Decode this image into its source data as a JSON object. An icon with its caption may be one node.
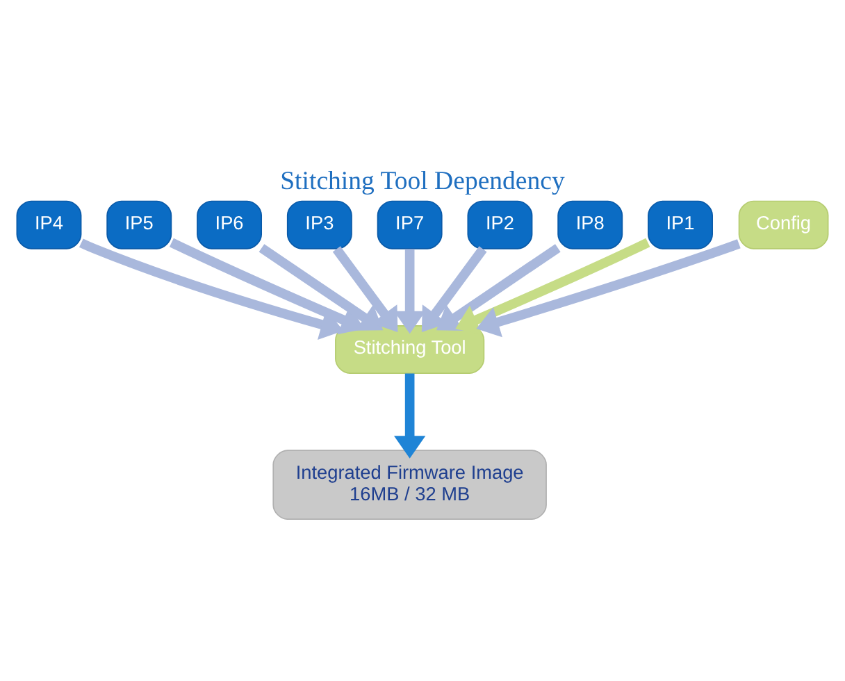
{
  "diagram": {
    "title": "Stitching Tool Dependency",
    "nodes": [
      {
        "text": [
          "IP4"
        ]
      },
      {
        "text": [
          "IP5"
        ]
      },
      {
        "text": [
          "IP6"
        ]
      },
      {
        "text": [
          "IP3"
        ]
      },
      {
        "text": [
          "IP7"
        ]
      },
      {
        "text": [
          "IP2"
        ]
      },
      {
        "text": [
          "IP8"
        ]
      },
      {
        "text": [
          "Stitching Tool"
        ]
      },
      {
        "text": [
          "IP1"
        ]
      },
      {
        "text": [
          "Config"
        ]
      },
      {
        "text": [
          "Integrated Firmware Image",
          "16MB / 32 MB"
        ]
      }
    ],
    "edges": [
      {
        "from": 8,
        "to": 7,
        "arrow": "to",
        "color": "#c6dc86"
      },
      {
        "from": 5,
        "to": 7,
        "arrow": "to"
      },
      {
        "from": 3,
        "to": 7,
        "arrow": "to"
      },
      {
        "from": 0,
        "to": 7,
        "arrow": "to"
      },
      {
        "from": 1,
        "to": 7,
        "arrow": "to"
      },
      {
        "from": 2,
        "to": 7,
        "arrow": "to"
      },
      {
        "from": 4,
        "to": 7,
        "arrow": "to"
      },
      {
        "from": 6,
        "to": 7,
        "arrow": "to"
      },
      {
        "from": 9,
        "to": 7,
        "arrow": "to"
      },
      {
        "from": 7,
        "to": 10,
        "arrow": "to",
        "color": "#1f84d6"
      }
    ]
  }
}
